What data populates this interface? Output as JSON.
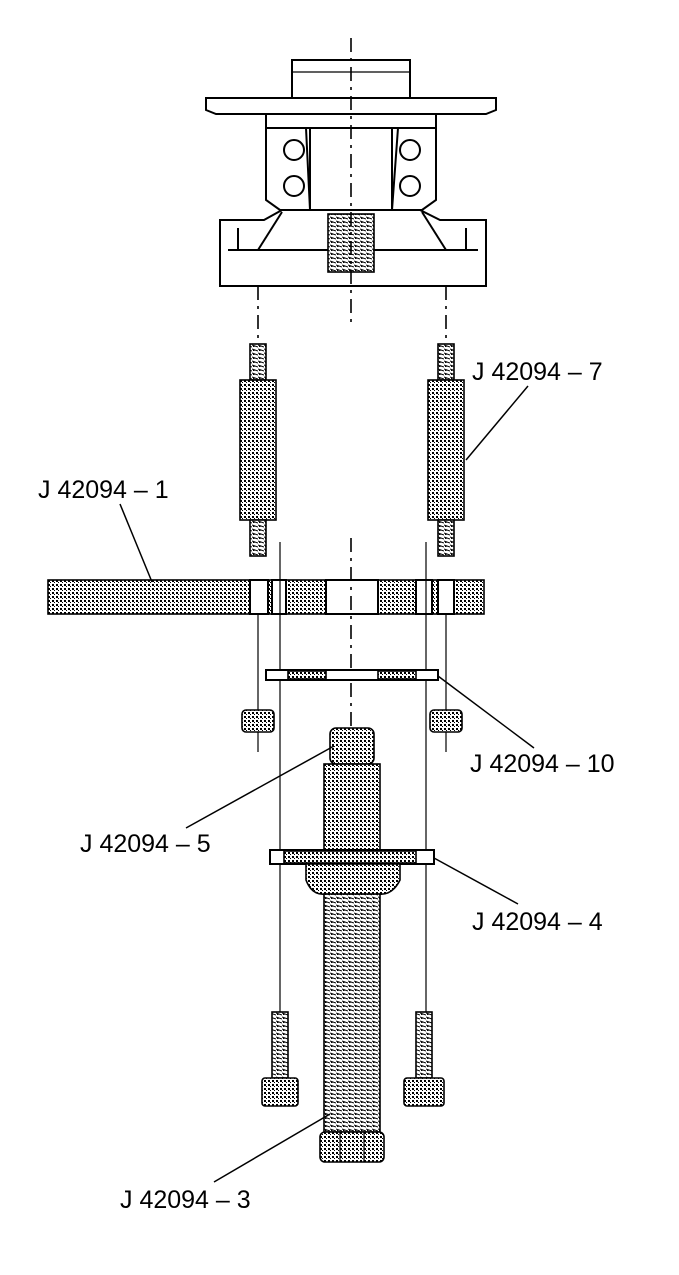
{
  "callouts": {
    "j7": "J 42094 – 7",
    "j1": "J 42094 – 1",
    "j10": "J 42094 – 10",
    "j5": "J 42094 – 5",
    "j4": "J 42094 – 4",
    "j3": "J 42094 – 3"
  },
  "colors": {
    "line": "#000000",
    "background": "#ffffff"
  }
}
